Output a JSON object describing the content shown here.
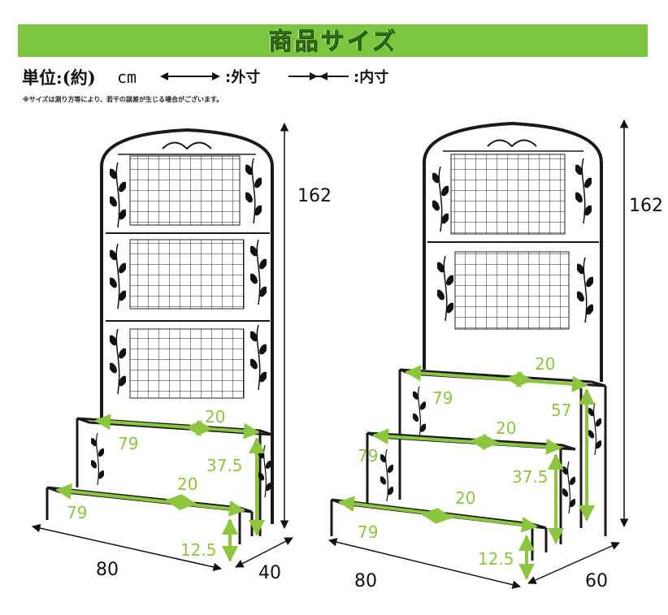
{
  "banner": {
    "title": "商品サイズ",
    "color": "#7cc540"
  },
  "units": {
    "label": "単位:(約)",
    "value": "cm",
    "outer_label": ":外寸",
    "inner_label": ":内寸"
  },
  "note": "※サイズは測り方等により、若干の誤差が生じる場合がございます。",
  "left_product": {
    "height": "162",
    "width": "80",
    "depth": "40",
    "step_height": "37.5",
    "bottom_clearance": "12.5",
    "upper_inner_width": "79",
    "upper_inner_depth": "20",
    "lower_inner_width": "79",
    "lower_inner_depth": "20"
  },
  "right_product": {
    "height": "162",
    "width": "80",
    "depth": "60",
    "top_step_height": "57",
    "mid_step_height": "37.5",
    "bottom_clearance": "12.5",
    "top_inner_width": "79",
    "top_inner_depth": "20",
    "mid_inner_width": "79",
    "mid_inner_depth": "20",
    "low_inner_width": "79",
    "low_inner_depth": "20"
  },
  "colors": {
    "inner_dimension": "#8cc63f",
    "outer_dimension": "#111111",
    "frame": "#1a1a1a"
  }
}
